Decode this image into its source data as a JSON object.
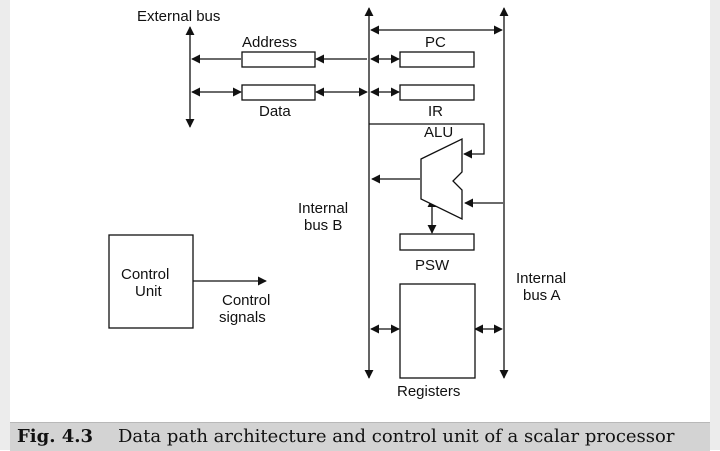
{
  "labels": {
    "external_bus": "External bus",
    "address": "Address",
    "data": "Data",
    "pc": "PC",
    "ir": "IR",
    "alu": "ALU",
    "internal_bus_b_line1": "Internal",
    "internal_bus_b_line2": "bus B",
    "psw": "PSW",
    "internal_bus_a_line1": "Internal",
    "internal_bus_a_line2": "bus A",
    "control_unit_line1": "Control",
    "control_unit_line2": "Unit",
    "control_signals_line1": "Control",
    "control_signals_line2": "signals",
    "registers": "Registers"
  },
  "caption": {
    "number": "Fig. 4.3",
    "text": "Data path architecture and control unit of a scalar processor"
  },
  "colors": {
    "line": "#111111",
    "caption_bg": "#d3d3d3",
    "frame_bg": "#ececec"
  }
}
